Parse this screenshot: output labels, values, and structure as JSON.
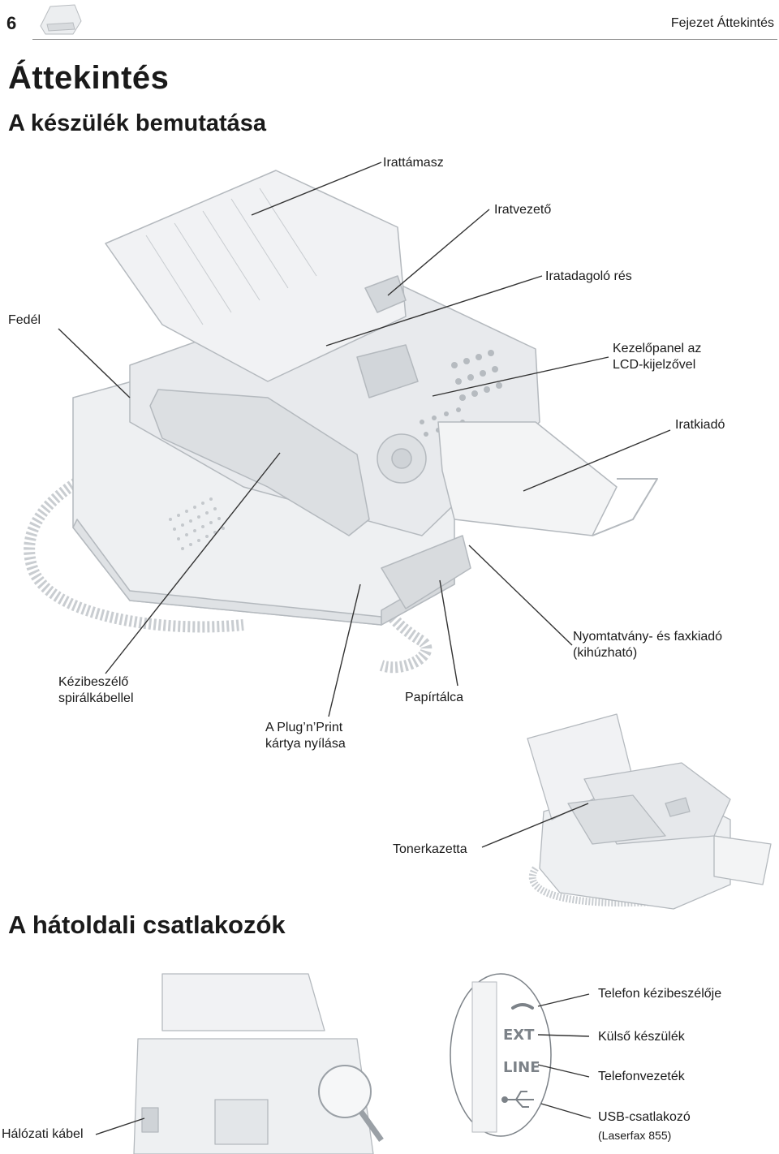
{
  "header": {
    "page_number": "6",
    "chapter": "Fejezet Áttekintés"
  },
  "title": "Áttekintés",
  "section1": {
    "heading": "A készülék bemutatása",
    "labels": {
      "document_support": "Irattámasz",
      "document_guide": "Iratvezető",
      "document_feeder_slot": "Iratadagoló rés",
      "cover": "Fedél",
      "control_panel_line1": "Kezelőpanel az",
      "control_panel_line2": "LCD-kijelzővel",
      "document_output": "Iratkiadó",
      "print_output_line1": "Nyomtatvány- és faxkiadó",
      "print_output_line2": "(kihúzható)",
      "handset_line1": "Kézibeszélő",
      "handset_line2": "spirálkábellel",
      "paper_tray": "Papírtálca",
      "card_slot_line1": "A Plug’n’Print",
      "card_slot_line2": "kártya nyílása",
      "toner": "Tonerkazetta"
    }
  },
  "section2": {
    "heading": "A hátoldali csatlakozók",
    "labels": {
      "handset_port": "Telefon kézibeszélője",
      "ext_port": "Külső készülék",
      "line_port": "Telefonvezeték",
      "usb_port": "USB-csatlakozó",
      "usb_note": "(Laserfax 855)",
      "power_cable": "Hálózati kábel"
    },
    "port_marks": {
      "ext": "EXT",
      "line": "LINE"
    }
  }
}
